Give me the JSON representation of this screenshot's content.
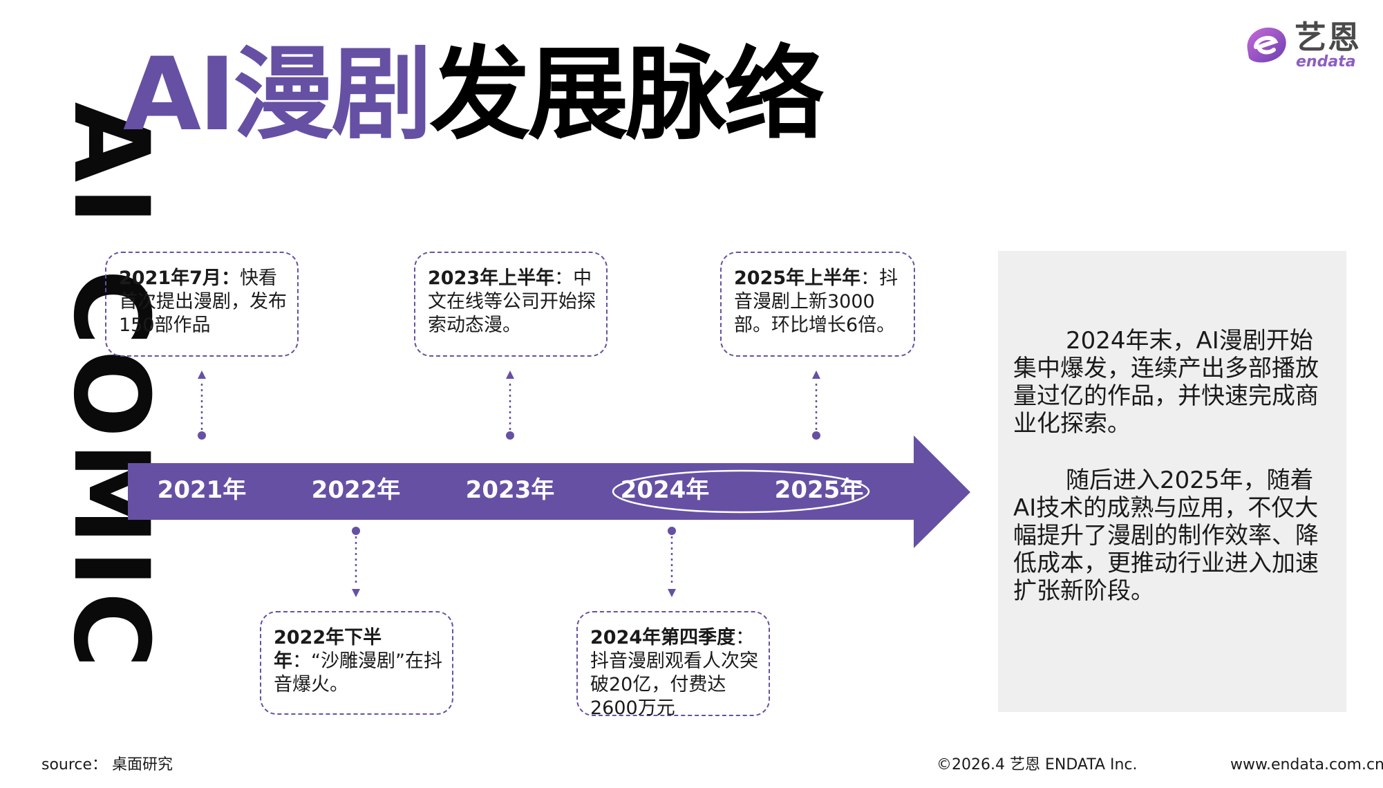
{
  "side_text": "AI COMIC",
  "title": {
    "accent": "AI漫剧",
    "rest": "发展脉络"
  },
  "logo": {
    "cn": "艺恩",
    "en": "endata"
  },
  "colors": {
    "accent": "#6650a4",
    "summary_bg": "#efefef",
    "text": "#1a1a1a"
  },
  "timeline": {
    "years": [
      "2021年",
      "2022年",
      "2023年",
      "2024年",
      "2025年"
    ],
    "highlighted_year": "2024年"
  },
  "events": [
    {
      "bold": "2021年7月",
      "sep": "：",
      "text": "快看首次提出漫剧，发布150部作品"
    },
    {
      "bold": "2022年下半年",
      "sep": "：",
      "text": "“沙雕漫剧”在抖音爆火。"
    },
    {
      "bold": "2023年上半年",
      "sep": "：",
      "text": "中文在线等公司开始探索动态漫。"
    },
    {
      "bold": "2024年第四季度",
      "sep": "：",
      "text": "抖音漫剧观看人次突破20亿，付费达2600万元"
    },
    {
      "bold": "2025年上半年",
      "sep": "：",
      "text": "抖音漫剧上新3000部。环比增长6倍。"
    }
  ],
  "summary": {
    "p1": "2024年末，AI漫剧开始集中爆发，连续产出多部播放量过亿的作品，并快速完成商业化探索。",
    "p2": "随后进入2025年，随着AI技术的成熟与应用，不仅大幅提升了漫剧的制作效率、降低成本，更推动行业进入加速扩张新阶段。"
  },
  "footer": {
    "source": "source： 桌面研究",
    "copyright": "©2026.4  艺恩 ENDATA Inc.",
    "website": "www.endata.com.cn"
  }
}
